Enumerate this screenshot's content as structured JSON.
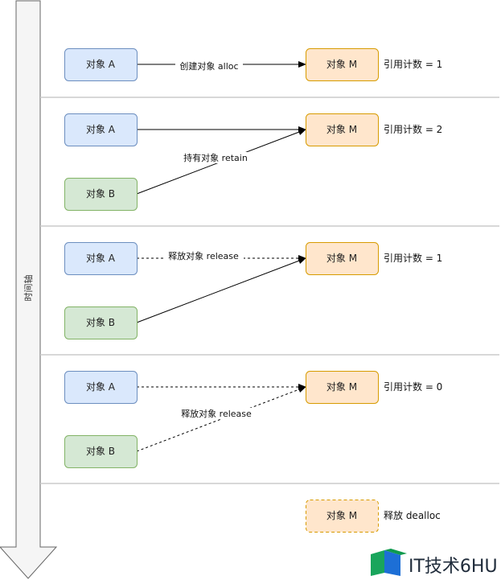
{
  "timeline": {
    "label": "时间轴"
  },
  "stages": [
    {
      "nodes": [
        {
          "id": "a",
          "label": "对象 A",
          "kind": "blue"
        },
        {
          "id": "m",
          "label": "对象 M",
          "kind": "orange"
        }
      ],
      "edges": [
        {
          "from": "a",
          "to": "m",
          "label": "创建对象 alloc",
          "dashed": false
        }
      ],
      "ref_label": "引用计数 = 1"
    },
    {
      "nodes": [
        {
          "id": "a",
          "label": "对象 A",
          "kind": "blue"
        },
        {
          "id": "b",
          "label": "对象 B",
          "kind": "green"
        },
        {
          "id": "m",
          "label": "对象 M",
          "kind": "orange"
        }
      ],
      "edges": [
        {
          "from": "a",
          "to": "m",
          "label": "",
          "dashed": false
        },
        {
          "from": "b",
          "to": "m",
          "label": "持有对象 retain",
          "dashed": false
        }
      ],
      "ref_label": "引用计数 = 2"
    },
    {
      "nodes": [
        {
          "id": "a",
          "label": "对象 A",
          "kind": "blue"
        },
        {
          "id": "b",
          "label": "对象 B",
          "kind": "green"
        },
        {
          "id": "m",
          "label": "对象 M",
          "kind": "orange"
        }
      ],
      "edges": [
        {
          "from": "a",
          "to": "m",
          "label": "释放对象 release",
          "dashed": true
        },
        {
          "from": "b",
          "to": "m",
          "label": "",
          "dashed": false
        }
      ],
      "ref_label": "引用计数 = 1"
    },
    {
      "nodes": [
        {
          "id": "a",
          "label": "对象 A",
          "kind": "blue"
        },
        {
          "id": "b",
          "label": "对象 B",
          "kind": "green"
        },
        {
          "id": "m",
          "label": "对象 M",
          "kind": "orange"
        }
      ],
      "edges": [
        {
          "from": "a",
          "to": "m",
          "label": "",
          "dashed": true
        },
        {
          "from": "b",
          "to": "m",
          "label": "释放对象 release",
          "dashed": true
        }
      ],
      "ref_label": "引用计数 = 0"
    },
    {
      "nodes": [
        {
          "id": "m",
          "label": "对象 M",
          "kind": "orange-dashed"
        }
      ],
      "edges": [],
      "ref_label": "释放 dealloc"
    }
  ],
  "colors": {
    "blue_fill": "#dae8fc",
    "blue_stroke": "#6c8ebf",
    "green_fill": "#d5e8d4",
    "green_stroke": "#82b366",
    "orange_fill": "#ffe6cc",
    "orange_stroke": "#d79b00",
    "divider": "#cccccc",
    "axis_fill": "#f5f5f5",
    "axis_stroke": "#666666",
    "line": "#000000"
  },
  "watermark": {
    "text": "IT技术6HU"
  }
}
